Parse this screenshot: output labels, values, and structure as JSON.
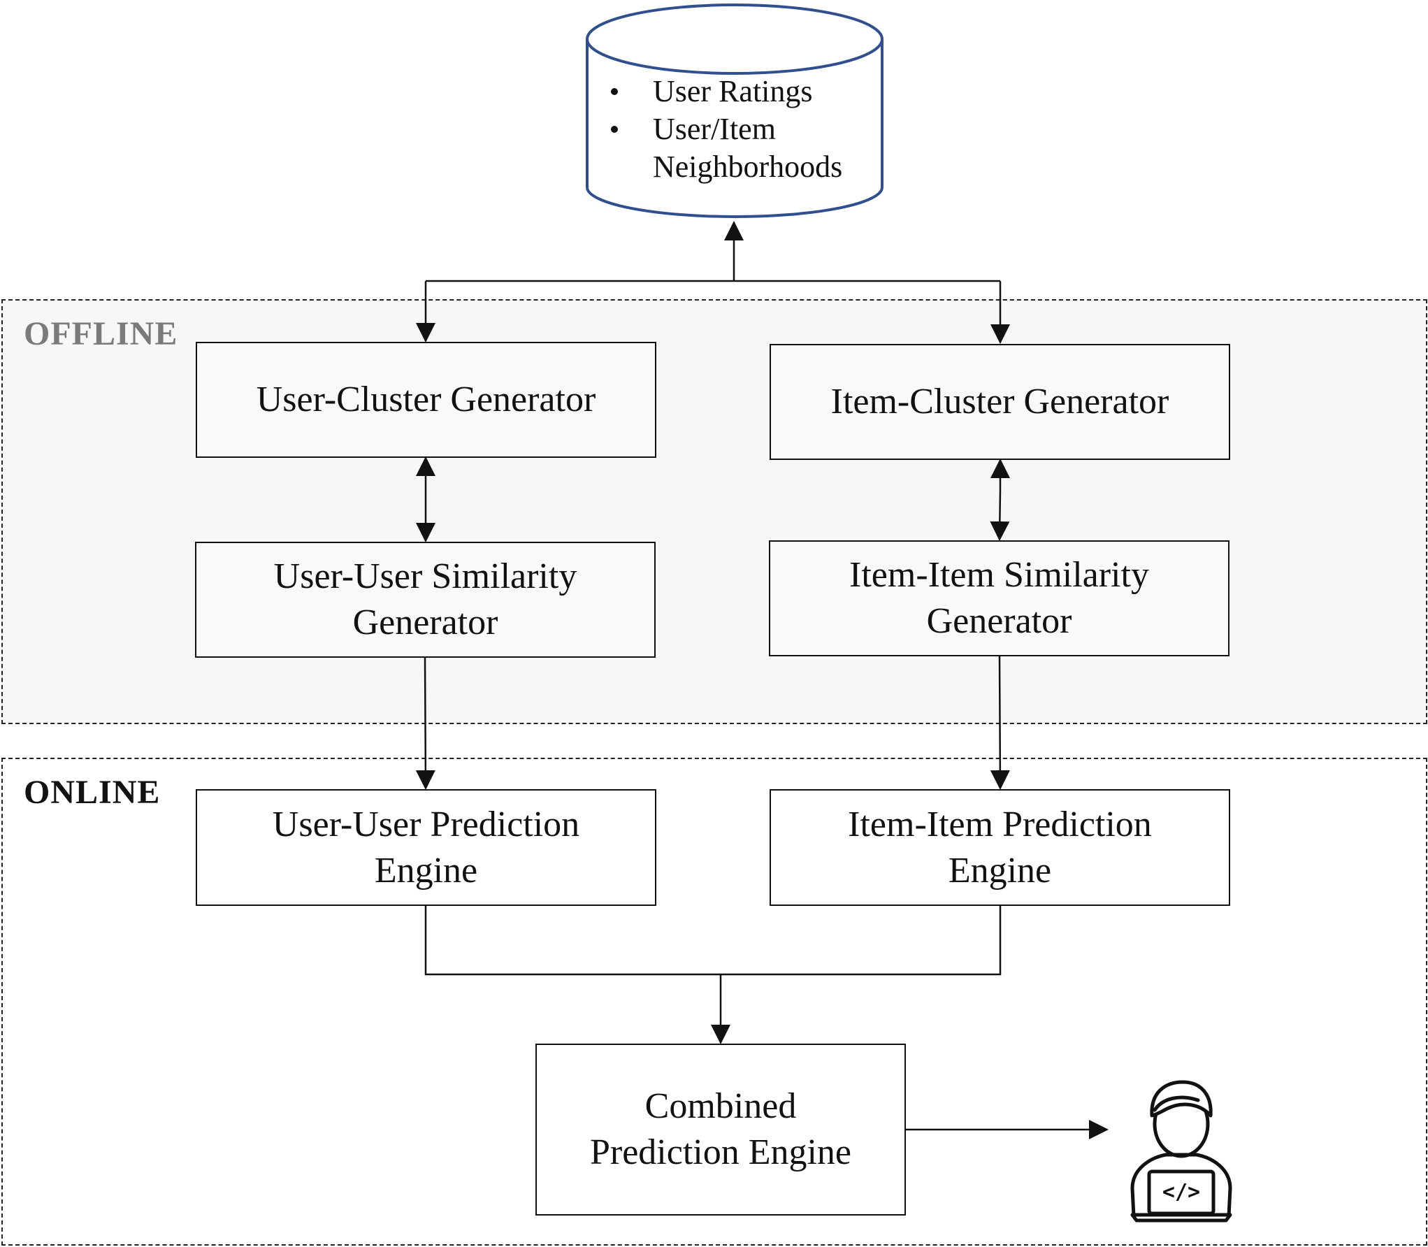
{
  "database": {
    "items": [
      "User Ratings",
      "User/Item",
      "Neighborhoods"
    ],
    "border_color": "#2f4f8f"
  },
  "zones": {
    "offline": {
      "label": "OFFLINE",
      "label_color": "#7a7a7a",
      "fill": "#f7f7f7"
    },
    "online": {
      "label": "ONLINE",
      "label_color": "#111111",
      "fill": "#ffffff"
    }
  },
  "boxes": {
    "user_cluster": {
      "lines": [
        "User-Cluster Generator"
      ]
    },
    "item_cluster": {
      "lines": [
        "Item-Cluster Generator"
      ]
    },
    "user_similarity": {
      "lines": [
        "User-User Similarity",
        "Generator"
      ]
    },
    "item_similarity": {
      "lines": [
        "Item-Item Similarity",
        "Generator"
      ]
    },
    "user_prediction": {
      "lines": [
        "User-User Prediction",
        "Engine"
      ]
    },
    "item_prediction": {
      "lines": [
        "Item-Item Prediction",
        "Engine"
      ]
    },
    "combined_prediction": {
      "lines": [
        "Combined",
        "Prediction Engine"
      ]
    }
  },
  "user_icon": {
    "icon": "developer-laptop-icon",
    "laptop_glyph": "</>"
  }
}
